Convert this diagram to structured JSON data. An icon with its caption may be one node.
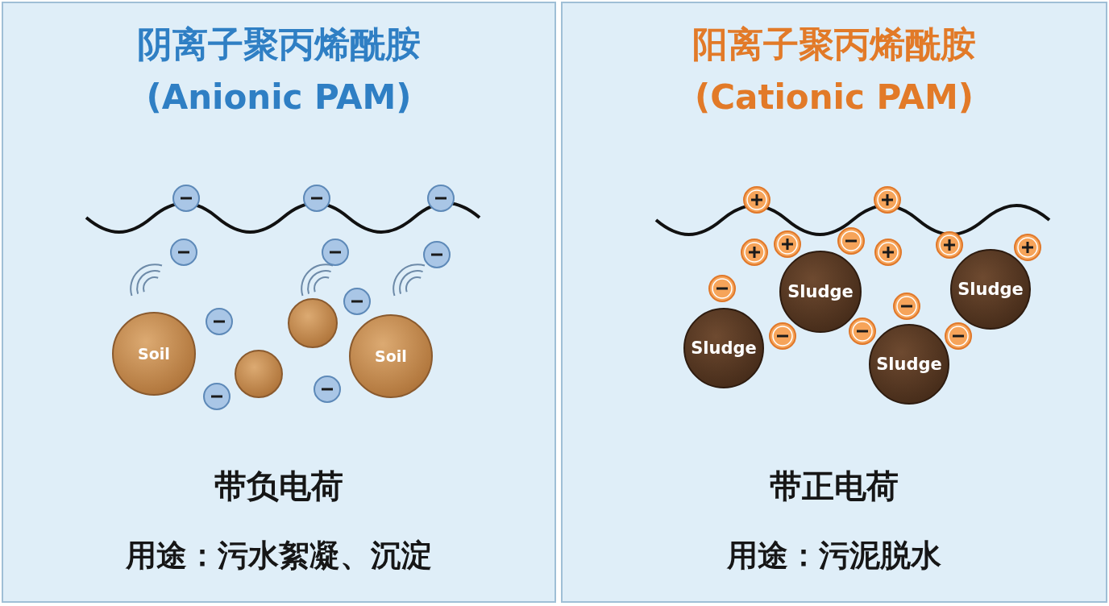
{
  "diagram": {
    "nodes": [
      {
        "text": [
          "阴离子聚丙烯酰胺",
          "(Anionic PAM)",
          "带负电荷",
          "用途：污水絮凝、沉淀"
        ]
      },
      {
        "text": [
          "Soil"
        ],
        "in": 0
      },
      {
        "text": [],
        "shape": "circle",
        "in": 0
      },
      {
        "text": [],
        "shape": "circle",
        "in": 0
      },
      {
        "text": [
          "Soil"
        ],
        "in": 0
      },
      {
        "text": [
          "阳离子聚丙烯酰胺",
          "(Cationic PAM)",
          "带正电荷",
          "用途：污泥脱水"
        ]
      },
      {
        "text": [
          "Sludge"
        ],
        "in": 5
      },
      {
        "text": [
          "Sludge"
        ],
        "in": 5
      },
      {
        "text": [
          "Sludge"
        ],
        "in": 5
      },
      {
        "text": [
          "Sludge"
        ],
        "in": 5
      }
    ]
  }
}
